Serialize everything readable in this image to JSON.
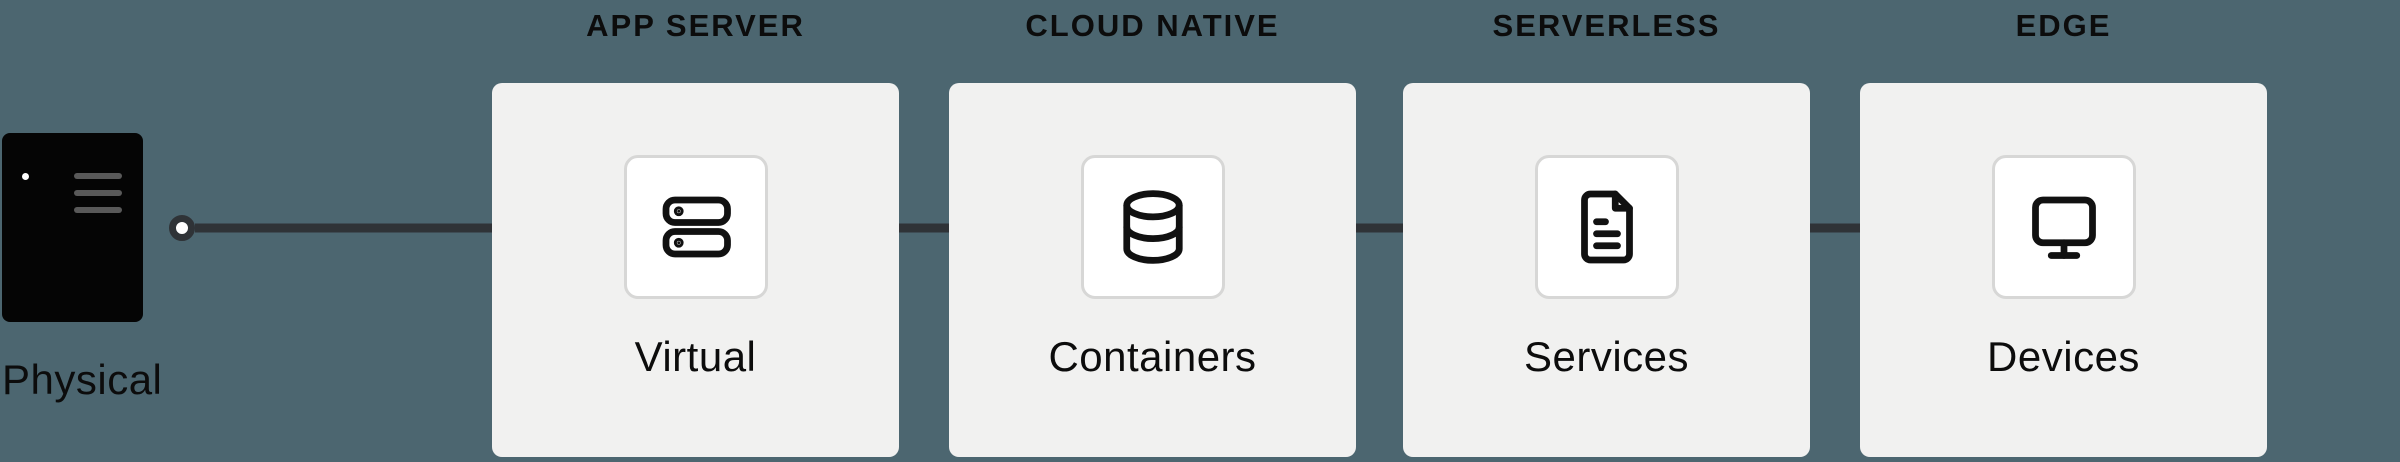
{
  "physical": {
    "label": "Physical",
    "icon": "server-tower-icon"
  },
  "stages": [
    {
      "header": "APP SERVER",
      "label": "Virtual",
      "icon": "server-rack-icon"
    },
    {
      "header": "CLOUD NATIVE",
      "label": "Containers",
      "icon": "database-icon"
    },
    {
      "header": "SERVERLESS",
      "label": "Services",
      "icon": "document-icon"
    },
    {
      "header": "EDGE",
      "label": "Devices",
      "icon": "monitor-icon"
    }
  ],
  "connections": [
    {
      "from": "Physical",
      "to": "Virtual"
    },
    {
      "from": "Virtual",
      "to": "Containers"
    },
    {
      "from": "Containers",
      "to": "Services"
    },
    {
      "from": "Services",
      "to": "Devices"
    }
  ],
  "colors": {
    "background": "#4C6670",
    "card": "#F1F1F0",
    "icon_box": "#FFFFFF",
    "icon_box_border": "#D7D7D6",
    "connector": "#2F3337",
    "text": "#0C0C0C",
    "physical_server": "#050505"
  }
}
